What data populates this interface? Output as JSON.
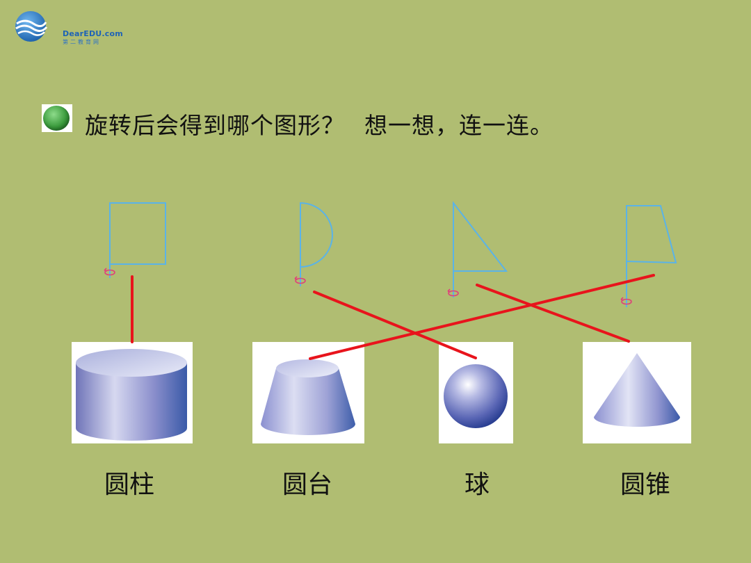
{
  "logo": {
    "brand": "DearEDU.com",
    "subtitle": "第二教育网"
  },
  "title": {
    "question": "旋转后会得到哪个图形？",
    "instruction": "想一想，连一连。"
  },
  "shapes": [
    {
      "name": "圆柱"
    },
    {
      "name": "圆台"
    },
    {
      "name": "球"
    },
    {
      "name": "圆锥"
    }
  ],
  "colors": {
    "background": "#b0bd72",
    "outline": "#5ab3e8",
    "rotation_arrow": "#e0407a",
    "match_line": "#e8141c",
    "bullet": "#3a9a3c"
  }
}
